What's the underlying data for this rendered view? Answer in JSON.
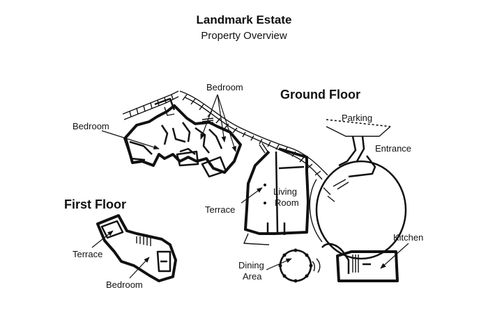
{
  "header": {
    "title": "Landmark Estate",
    "subtitle": "Property Overview"
  },
  "floors": {
    "ground": "Ground Floor",
    "first": "First Floor"
  },
  "labels": {
    "bedroom_top": "Bedroom",
    "bedroom_left": "Bedroom",
    "parking": "Parking",
    "entrance": "Entrance",
    "living_line1": "Living",
    "living_line2": "Room",
    "terrace_ground": "Terrace",
    "kitchen": "Kitchen",
    "dining_line1": "Dining",
    "dining_line2": "Area",
    "terrace_first": "Terrace",
    "bedroom_first": "Bedroom"
  },
  "colors": {
    "ink": "#111111",
    "background": "#ffffff"
  }
}
